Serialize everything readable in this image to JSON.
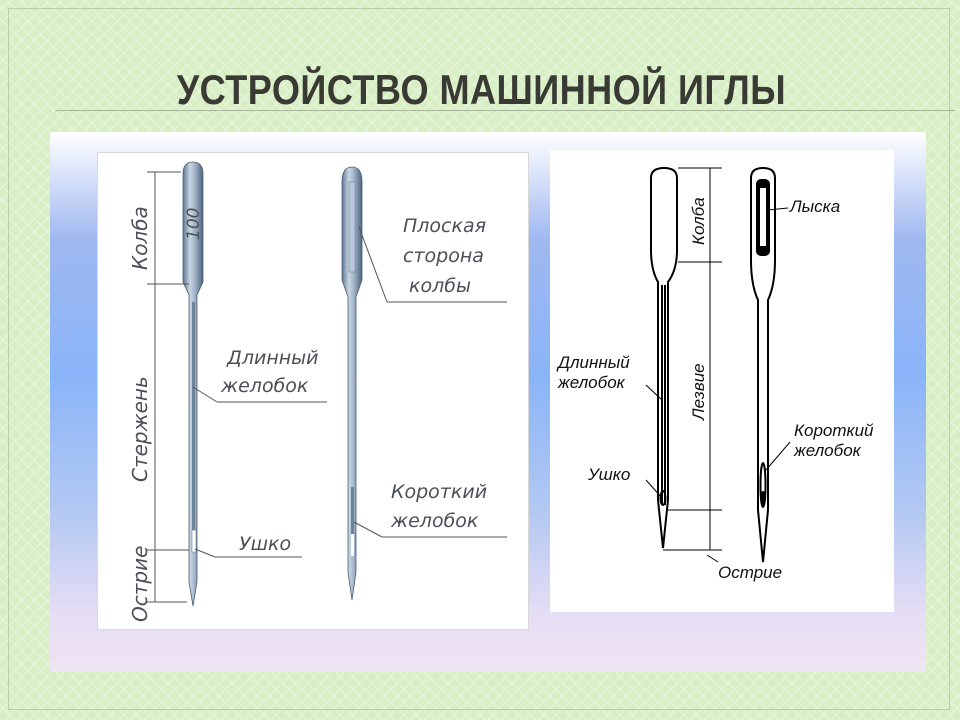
{
  "slide": {
    "title": "УСТРОЙСТВО МАШИННОЙ ИГЛЫ"
  },
  "left_diagram": {
    "needle_number": "100",
    "labels": {
      "kolba": "Колба",
      "sterzhen": "Стержень",
      "ostrie": "Острие",
      "dlinny": "Длинный",
      "zhelobok_long": "желобок",
      "ushko": "Ушко",
      "ploskaya": "Плоская",
      "storona": "сторона",
      "kolby": "колбы",
      "korotky": "Короткий",
      "zhelobok_short": "желобок"
    }
  },
  "right_diagram": {
    "labels": {
      "kolba": "Колба",
      "lezvie": "Лезвие",
      "dlinny": "Длинный",
      "zhelobok_long": "желобок",
      "ushko": "Ушко",
      "ostrie": "Острие",
      "lyska": "Лыска",
      "korotky": "Короткий",
      "zhelobok_short": "желобок"
    }
  },
  "colors": {
    "background": "#d8efc6",
    "title": "#3a3a34",
    "panel_blue": "#8ab4f8",
    "needle_steel": "#8fa6bf"
  }
}
